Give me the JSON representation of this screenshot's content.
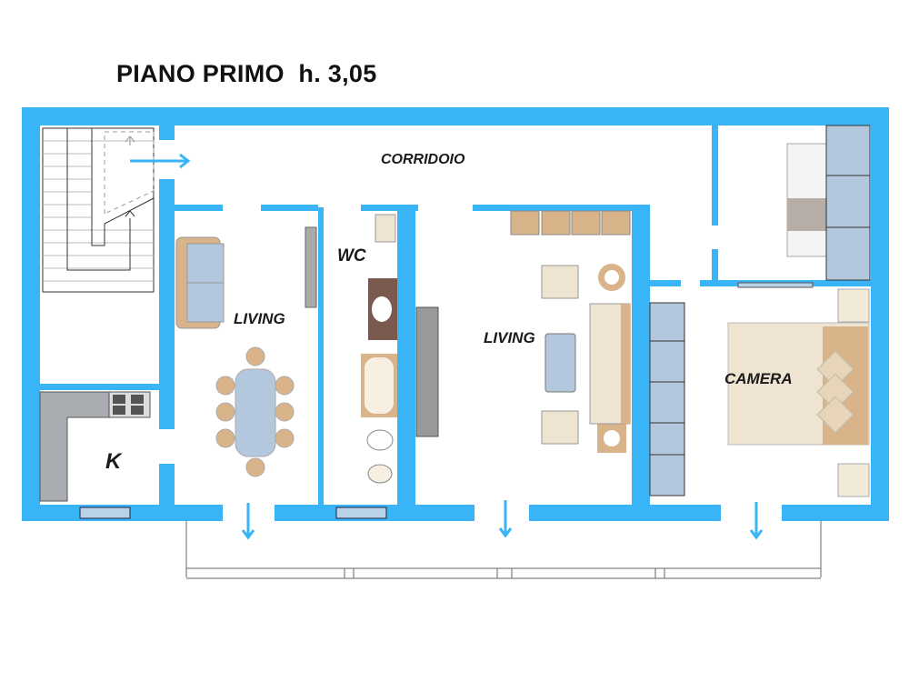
{
  "title": "PIANO PRIMO  h. 3,05",
  "rooms": {
    "corridor": "CORRIDOIO",
    "living_left": "LIVING",
    "wc": "WC",
    "living_right": "LIVING",
    "bedroom": "CAMERA",
    "kitchen": "K"
  },
  "colors": {
    "wall": "#38b4f7",
    "furniture_blue": "#b3c8dd",
    "furniture_tan": "#d9b48a",
    "furniture_cream": "#efe4d2"
  }
}
